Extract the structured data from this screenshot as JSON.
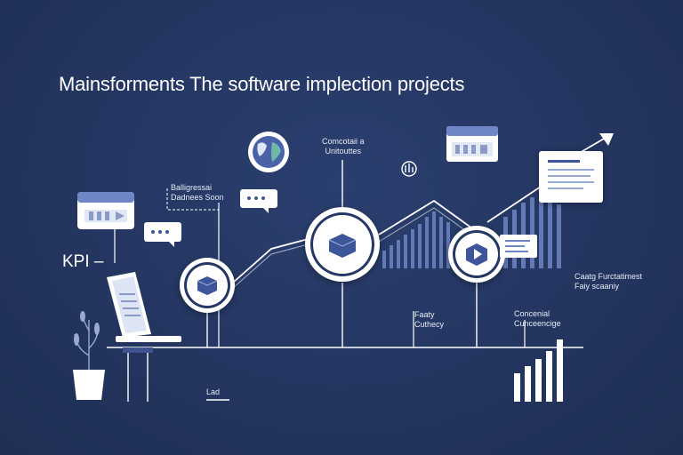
{
  "title": "Mainsforments The software implection projects",
  "kpi_label": "KPI",
  "labels": {
    "top_center": "Comcotaii a\nUnitouttes",
    "left_box": "Balligressai\nDadnees Soon",
    "right_side": "Caatg Furctatimest\nFaiy scaaniy",
    "mid_lower": "Faaty\nCuthecy",
    "right_lower": "Concenial\nCunceencige",
    "bottom": "Lad"
  },
  "colors": {
    "background": "#253764",
    "line": "#ffffff",
    "accent": "#5b72b8",
    "bar": "#6f86c6"
  },
  "icons": [
    "browser-window-icon",
    "chat-bubble-icon",
    "globe-icon",
    "laptop-icon",
    "plant-icon",
    "box-icon",
    "play-icon",
    "document-icon",
    "person-chart-icon",
    "arrow-up-icon"
  ]
}
